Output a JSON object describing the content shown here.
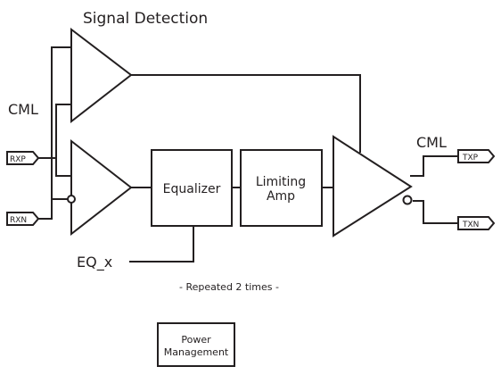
{
  "title": "Signal Detection",
  "labels": {
    "cml_input": "CML",
    "cml_output": "CML",
    "eq_control": "EQ_x",
    "repeat_note": "- Repeated 2 times -"
  },
  "ports": {
    "rxp": "RXP",
    "rxn": "RXN",
    "txp": "TXP",
    "txn": "TXN"
  },
  "blocks": {
    "equalizer": "Equalizer",
    "limiting_amp": {
      "line1": "Limiting",
      "line2": "Amp"
    },
    "power_management": {
      "line1": "Power",
      "line2": "Management"
    }
  },
  "colors": {
    "line": "#231f20",
    "background": "#ffffff"
  }
}
